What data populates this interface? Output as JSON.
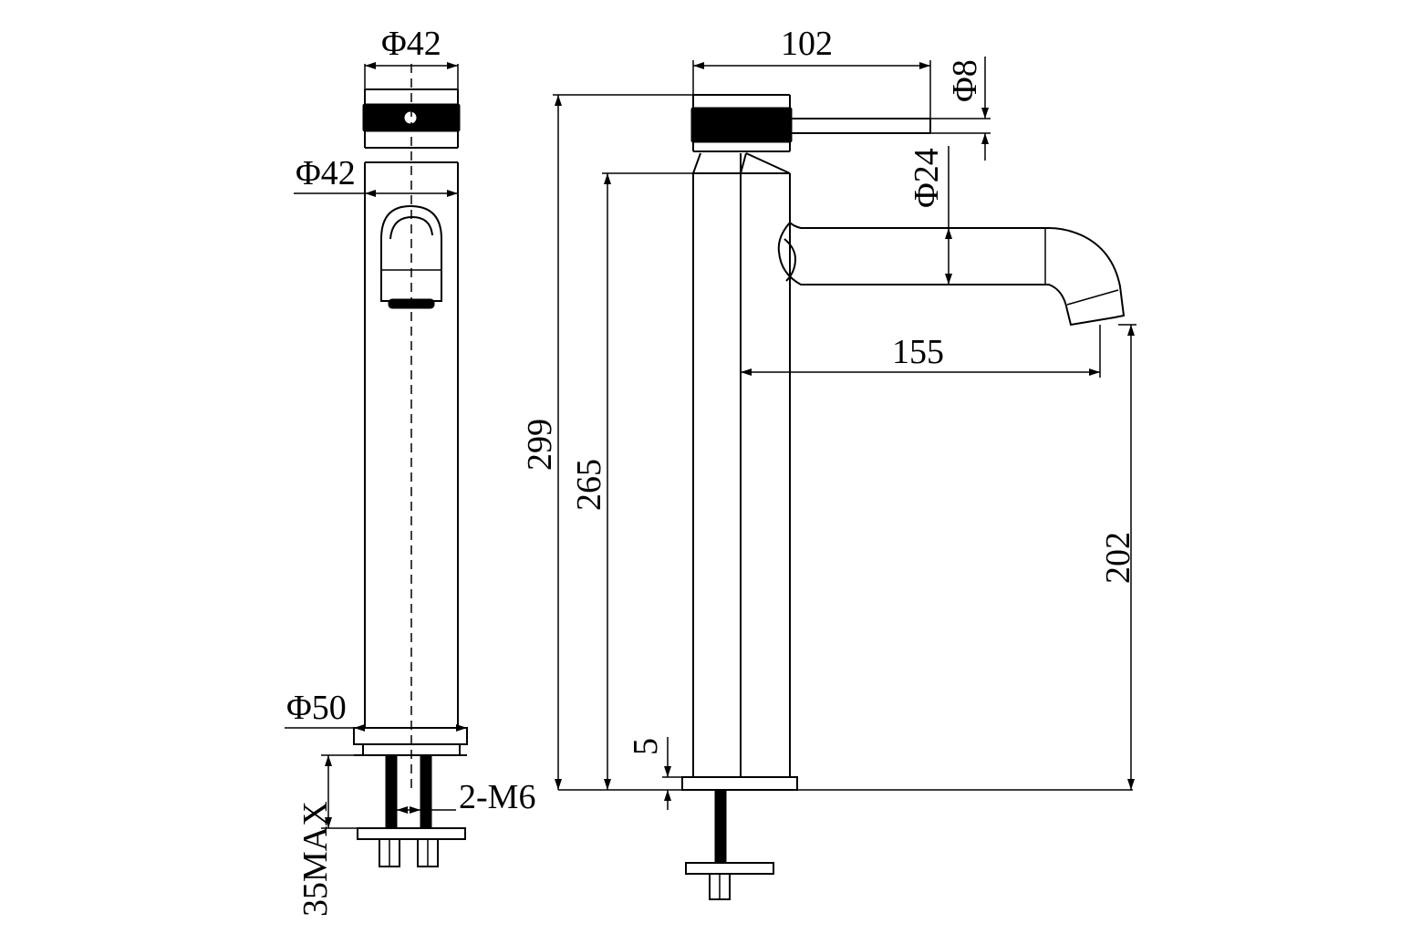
{
  "diagram": {
    "front_view": {
      "dimensions": {
        "handle_diameter": "Φ42",
        "body_diameter": "Φ42",
        "base_diameter": "Φ50",
        "thread": "2-M6",
        "max_deck_thickness": "35MAX"
      }
    },
    "side_view": {
      "dimensions": {
        "top_width": "102",
        "lever_diameter": "Φ8",
        "spout_diameter": "Φ24",
        "reach": "155",
        "total_height": "299",
        "body_height": "265",
        "spout_outlet_height": "202",
        "base_plate_thickness": "5"
      }
    }
  },
  "colors": {
    "line": "#000000",
    "background": "#ffffff"
  }
}
